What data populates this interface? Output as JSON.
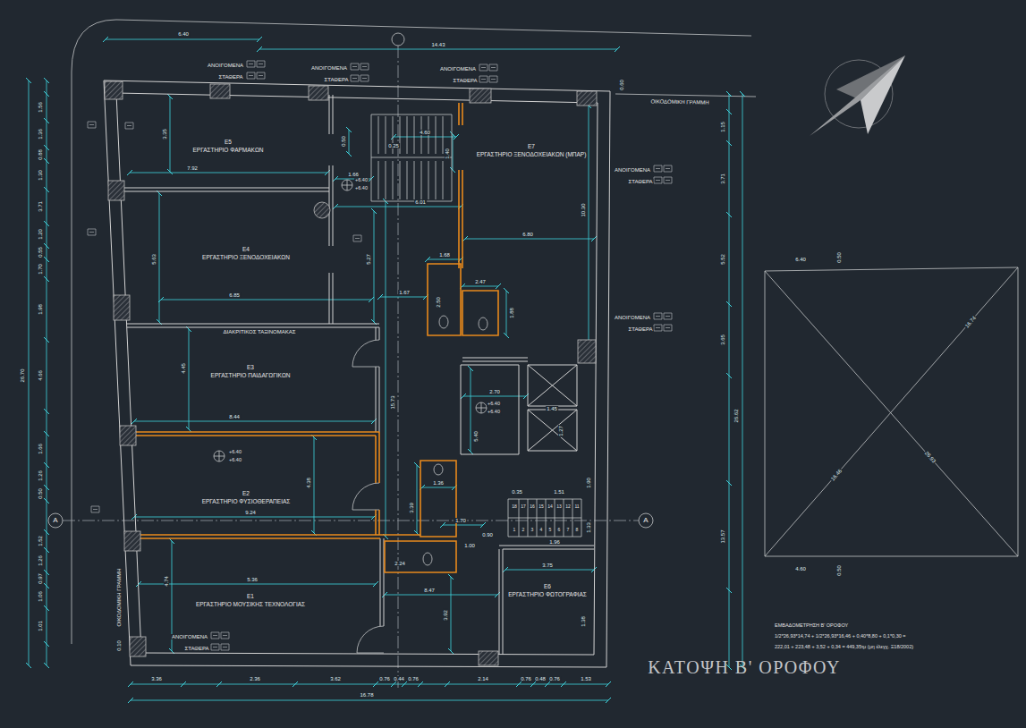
{
  "diagram": {
    "title": "ΚΑΤΟΨΗ Β' ΟΡΟΦΟΥ",
    "nodes": [
      {
        "text": [
          "Ε5",
          "ΕΡΓΑΣΤΗΡΙΟ ΦΑΡΜΑΚΩΝ"
        ]
      },
      {
        "text": [
          "Ε7",
          "ΕΡΓΑΣΤΗΡΙΟ ΞΕΝΟΔΟΧΕΙΑΚΩΝ (ΜΠΑΡ)"
        ]
      },
      {
        "text": [
          "Ε4",
          "ΕΡΓΑΣΤΗΡΙΟ ΞΕΝΟΔΟΧΕΙΑΚΩΝ"
        ]
      },
      {
        "text": [
          "Ε3",
          "ΕΡΓΑΣΤΗΡΙΟ ΠΑΙΔΑΓΩΓΙΚΩΝ"
        ]
      },
      {
        "text": [
          "Ε2",
          "ΕΡΓΑΣΤΗΡΙΟ ΦΥΣΙΟΘΕΡΑΠΕΙΑΣ"
        ]
      },
      {
        "text": [
          "Ε1",
          "ΕΡΓΑΣΤΗΡΙΟ ΜΟΥΣΙΚΗΣ ΤΕΧΝΟΛΟΓΙΑΣ"
        ]
      },
      {
        "text": [
          "Ε6",
          "ΕΡΓΑΣΤΗΡΙΟ ΦΩΤΟΓΡΑΦΙΑΣ"
        ]
      }
    ],
    "labels": [
      "ΑΝΟΙΓΟΜΕΝΑ",
      "ΣΤΑΘΕΡΑ",
      "ΑΝΟΙΓΟΜΕΝΑ",
      "ΣΤΑΘΕΡΑ",
      "ΑΝΟΙΓΟΜΕΝΑ",
      "ΣΤΑΘΕΡΑ",
      "ΑΝΟΙΓΟΜΕΝΑ",
      "ΣΤΑΘΕΡΑ",
      "ΑΝΟΙΓΟΜΕΝΑ",
      "ΣΤΑΘΕΡΑ",
      "ΑΝΟΙΓΟΜΕΝΑ",
      "ΣΤΑΘΕΡΑ",
      "ΟΙΚΟΔΟΜΙΚΗ ΓΡΑΜΜΗ",
      "ΟΙΚΟΔΟΜΙΚΗ ΓΡΑΜΜΗ",
      "ΔΙΑΚΡΙΤΙΚΟΣ ΤΑΞΙΝΟΜΑΚΑΣ",
      "Α",
      "Α",
      "6.40",
      "14.43",
      "0.60",
      "1.15",
      "3.71",
      "5.52",
      "3.65",
      "13.57",
      "26.62",
      "1.56",
      "1.36",
      "0.88",
      "1.30",
      "3.71",
      "1.20",
      "0.55",
      "1.70",
      "1.98",
      "4.66",
      "1.66",
      "1.26",
      "0.50",
      "1.52",
      "1.26",
      "0.97",
      "1.06",
      "1.01",
      "26.70",
      "0.10",
      "3.36",
      "2.36",
      "3.62",
      "0.76",
      "0.44",
      "0.76",
      "2.14",
      "0.76",
      "0.48",
      "0.76",
      "1.53",
      "16.78",
      "3.35",
      "7.92",
      "1.66",
      "0.50",
      "0.25",
      "4.60",
      "1.40",
      "6.01",
      "5.27",
      "5.63",
      "6.85",
      "1.67",
      "1.68",
      "2.47",
      "2.50",
      "1.88",
      "6.80",
      "10.30",
      "15.73",
      "4.45",
      "8.44",
      "2.70",
      "1.45",
      "5.40",
      "1.27",
      "4.38",
      "9.24",
      "1.36",
      "3.39",
      "0.35",
      "1.51",
      "1.70",
      "1.90",
      "1.96",
      "1.33",
      "1.00",
      "0.90",
      "2.24",
      "5.36",
      "4.74",
      "8.47",
      "3.92",
      "3.75",
      "1.38",
      "+6.40",
      "+6.40",
      "+6.40",
      "+6.40",
      "+6.40",
      "+6.40",
      "18",
      "17",
      "16",
      "15",
      "14",
      "13",
      "12",
      "11",
      "1",
      "2",
      "3",
      "4",
      "5",
      "6",
      "7",
      "8",
      "6.40",
      "0.50",
      "16.74",
      "26.93",
      "16.46",
      "4.60",
      "0.50",
      "ΕΜΒΑΔΟΜΕΤΡΗΣΗ Β' ΟΡΟΦΟΥ",
      "1/2*26,93*14,74 + 1/2*26,93*16,46 + 0,40*8,80 + 0,1*0,30 =",
      "222,01 + 223,48 + 3,52 + 0,34 = 449,35τμ (μη έλεγχ. Ξ18/2002)"
    ]
  }
}
